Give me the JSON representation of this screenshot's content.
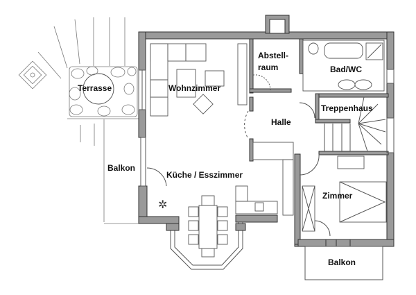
{
  "plan": {
    "rooms": {
      "terrasse": "Terrasse",
      "wohnzimmer": "Wohnzimmer",
      "abstellraum_line1": "Abstell-",
      "abstellraum_line2": "raum",
      "bad": "Bad/WC",
      "treppenhaus": "Treppenhaus",
      "halle": "Halle",
      "balkon_left": "Balkon",
      "kueche": "Küche / Esszimmer",
      "zimmer": "Zimmer",
      "balkon_bottom": "Balkon"
    },
    "colors": {
      "wall": "#9a9a9a",
      "line": "#555555"
    }
  }
}
